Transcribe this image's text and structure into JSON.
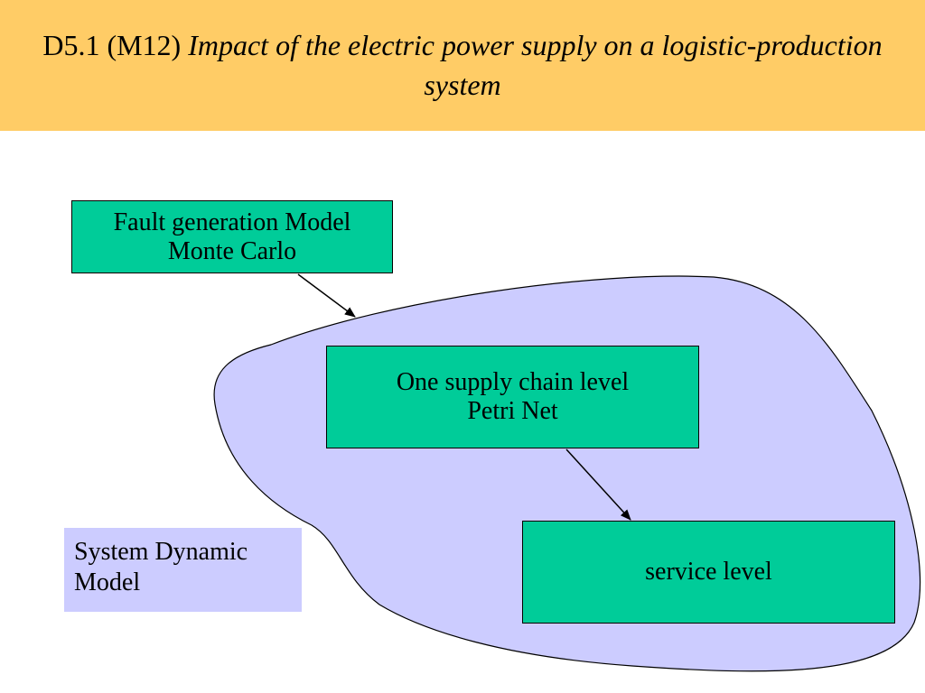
{
  "slide": {
    "title_plain": "D5.1 (M12)",
    "title_italic": "Impact of the electric power supply on a logistic-production system"
  },
  "diagram": {
    "fault_model": {
      "line1": "Fault generation Model",
      "line2": "Monte Carlo"
    },
    "supply_chain": {
      "line1": "One supply chain level",
      "line2": "Petri Net"
    },
    "service": {
      "line1": "service level"
    },
    "system_dynamic": {
      "line1": "System Dynamic",
      "line2": "Model"
    }
  },
  "colors": {
    "title_background": "#ffcc66",
    "model_box_fill": "#00cc99",
    "system_region_fill": "#ccccff",
    "outline": "#000000"
  }
}
